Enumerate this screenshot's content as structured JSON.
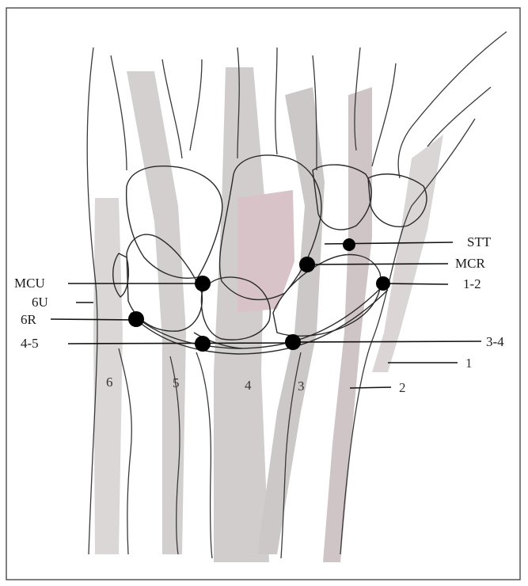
{
  "portal_labels": {
    "stt": "STT",
    "mcr": "MCR",
    "one_two": "1-2",
    "three_four": "3-4",
    "mcu": "MCU",
    "six_u": "6U",
    "six_r": "6R",
    "four_five": "4-5"
  },
  "compartment_labels": {
    "one": "1",
    "two": "2",
    "three": "3",
    "four": "4",
    "five": "5",
    "six": "6"
  },
  "colors": {
    "line": "#1a1a1a",
    "tendon": "#b9b3b3",
    "tendon_pink": "#c9a9b0",
    "border": "#555555"
  }
}
